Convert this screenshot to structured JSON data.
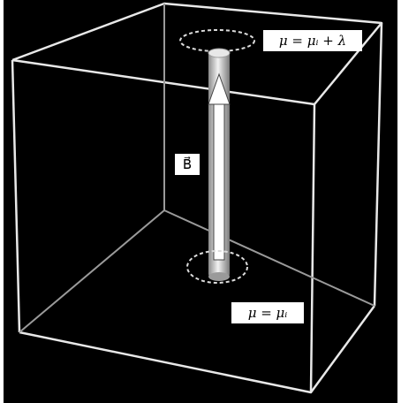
{
  "figure": {
    "background_color": "#000000",
    "frame_color": "#e8e8e8",
    "flux_tube_color": "#d0d0d0",
    "arrow_color": "#ffffff",
    "loop_color": "#dcdcdc"
  },
  "labels": {
    "top_loop": "μ = μᵢ + λ",
    "bottom_loop": "μ = μᵢ",
    "field": "B⃗"
  }
}
